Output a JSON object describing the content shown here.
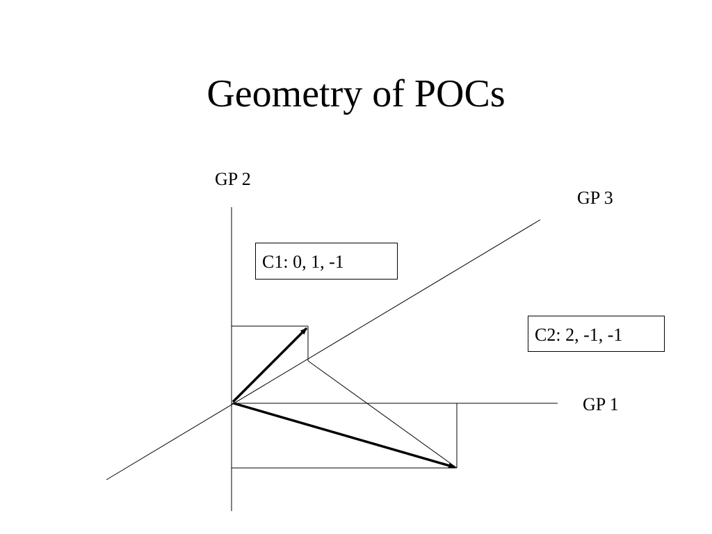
{
  "slide": {
    "title": "Geometry of POCs"
  },
  "axes": [
    {
      "id": "gp1",
      "label": "GP 1"
    },
    {
      "id": "gp2",
      "label": "GP 2"
    },
    {
      "id": "gp3",
      "label": "GP 3"
    }
  ],
  "contrasts": [
    {
      "id": "c1",
      "label": "C1: 0, 1, -1",
      "coefficients": [
        0,
        1,
        -1
      ]
    },
    {
      "id": "c2",
      "label": "C2: 2, -1, -1",
      "coefficients": [
        2,
        -1,
        -1
      ]
    }
  ],
  "colors": {
    "background": "#ffffff",
    "ink": "#000000"
  }
}
